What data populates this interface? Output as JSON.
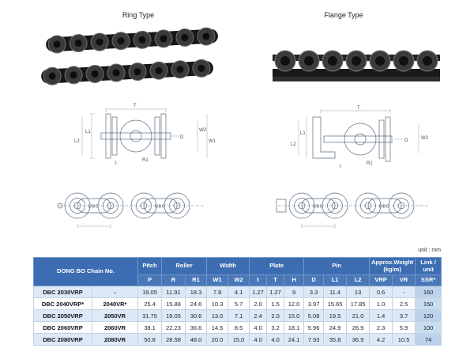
{
  "page": {
    "unit_note": "unit : mm"
  },
  "figures": {
    "ring_type": {
      "label": "Ring Type"
    },
    "flange_type": {
      "label": "Flange Type"
    }
  },
  "drawings": {
    "ring": {
      "dim_labels": {
        "T": "T",
        "L1": "L1",
        "L2": "L2",
        "D": "D",
        "W1": "W1",
        "W2": "W2",
        "R1": "R1",
        "t": "t"
      },
      "plate_mark": "DBC"
    },
    "flange": {
      "dim_labels": {
        "T": "T",
        "L1": "L1",
        "L2": "L2",
        "D": "D",
        "W2": "W2",
        "R1": "R1",
        "t": "t"
      },
      "plate_mark": "DBC"
    }
  },
  "table": {
    "group_headers": {
      "chain_no": "DONG BO Chain No.",
      "pitch": "Pitch",
      "roller": "Roller",
      "width": "Width",
      "plate": "Plate",
      "pin": "Pin",
      "weight_line1": "Approx.Weight",
      "weight_line2": "(kg/m)",
      "link": "Link / unit"
    },
    "sub_headers": {
      "pitch_p": "P",
      "roller_r": "R",
      "roller_r1": "R1",
      "width_w1": "W1",
      "width_w2": "W2",
      "plate_t": "t",
      "plate_T": "T",
      "plate_h": "H",
      "pin_d": "D",
      "pin_l1": "L1",
      "pin_l2": "L2",
      "weight_vrp": "VRP",
      "weight_vr": "VR",
      "link_ssr": "SSR*"
    },
    "rows": [
      {
        "cells": [
          "DBC 2030VRP",
          "-",
          "19.05",
          "11.91",
          "18.3",
          "7.8",
          "4.1",
          "1.27",
          "1.27",
          "9",
          "3.3",
          "11.4",
          "13",
          "0.6",
          "-",
          "160"
        ]
      },
      {
        "cells": [
          "DBC 2040VRP*",
          "2040VR*",
          "25.4",
          "15.88",
          "24.6",
          "10.3",
          "5.7",
          "2.0",
          "1.5",
          "12.0",
          "3.97",
          "15.65",
          "17.85",
          "1.0",
          "2.5",
          "150"
        ]
      },
      {
        "cells": [
          "DBC 2050VRP",
          "2050VR",
          "31.75",
          "19.05",
          "30.6",
          "13.0",
          "7.1",
          "2.4",
          "2.0",
          "15.0",
          "5.08",
          "19.5",
          "21.0",
          "1.4",
          "3.7",
          "120"
        ]
      },
      {
        "cells": [
          "DBC 2060VRP",
          "2060VR",
          "38.1",
          "22.23",
          "36.6",
          "14.5",
          "8.5",
          "4.0",
          "3.2",
          "18.1",
          "5.96",
          "24.9",
          "26.9",
          "2.3",
          "5.9",
          "100"
        ]
      },
      {
        "cells": [
          "DBC 2080VRP",
          "2080VR",
          "50.8",
          "28.58",
          "48.0",
          "20.0",
          "15.0",
          "4.0",
          "4.0",
          "24.1",
          "7.93",
          "35.8",
          "36.9",
          "4.2",
          "10.5",
          "74"
        ]
      }
    ],
    "colors": {
      "header_bg": "#3c6db2",
      "subheader_bg": "#4a77b8",
      "stripe_bg": "#dde9f6",
      "link_col_bg": "#c9dcf0"
    }
  }
}
